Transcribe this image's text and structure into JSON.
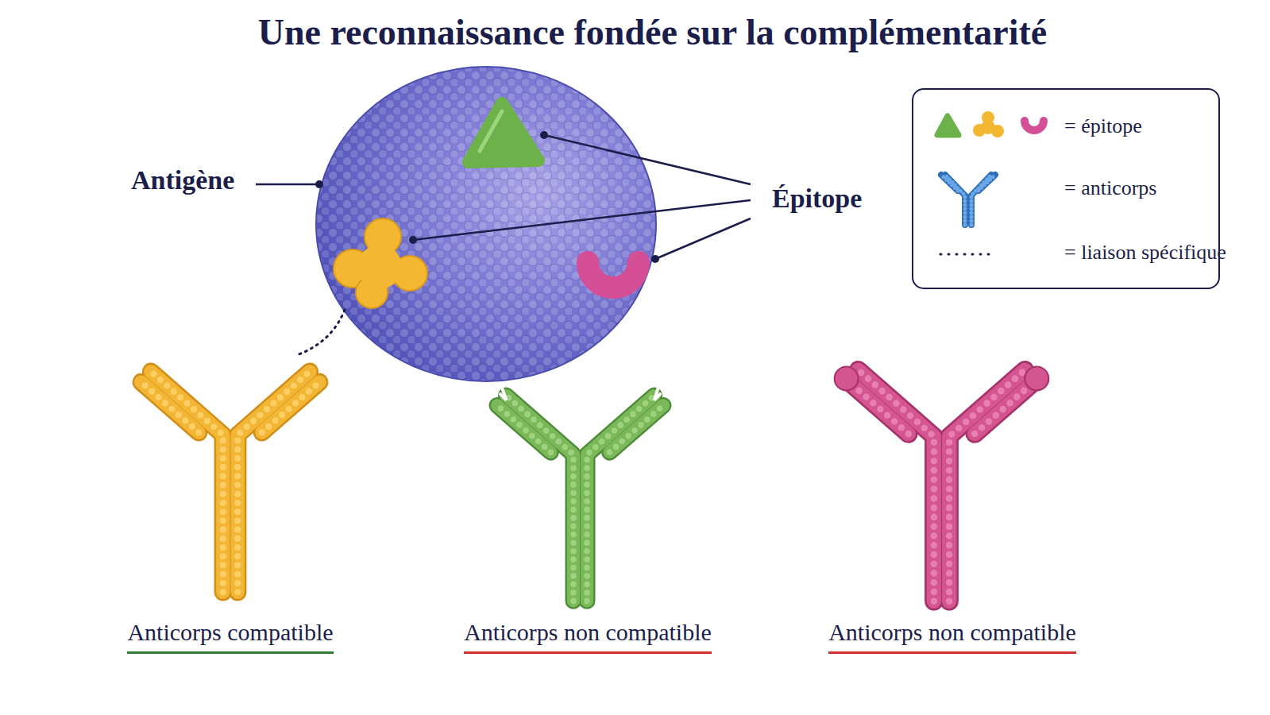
{
  "diagram": {
    "title": "Une reconnaissance fondée sur la complémentarité",
    "nodes": [
      {
        "text": [
          "Anticorps compatible"
        ]
      },
      {
        "text": [
          "Anticorps non compatible"
        ]
      },
      {
        "text": [
          "Anticorps non compatible"
        ]
      }
    ],
    "labels": [
      "Antigène",
      "Épitope"
    ],
    "legend": [
      {
        "text": "= épitope"
      },
      {
        "text": "= anticorps"
      },
      {
        "text": "= liaison spécifique"
      }
    ]
  }
}
